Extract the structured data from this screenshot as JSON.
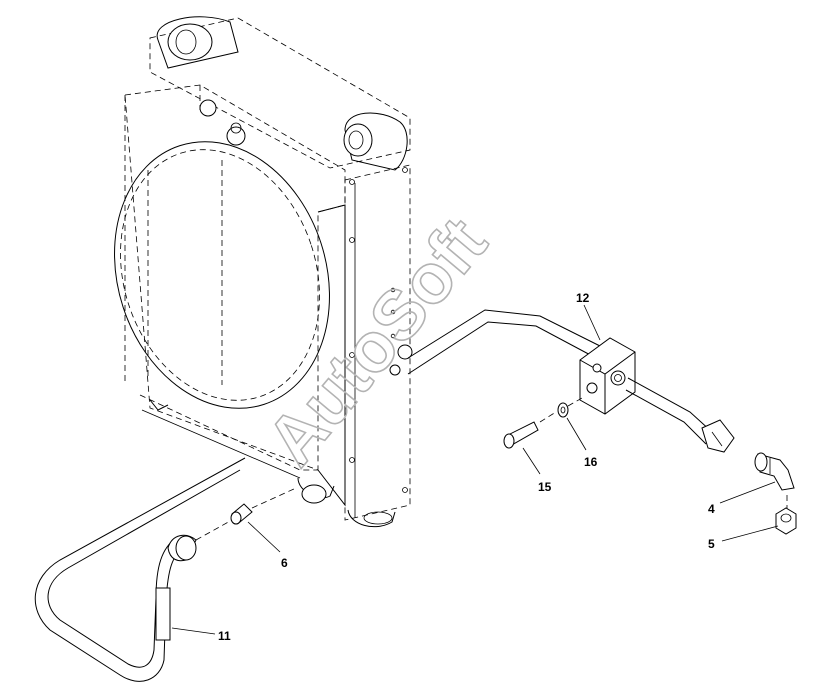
{
  "watermark": "AutoSoft",
  "callouts": {
    "c12": "12",
    "c16": "16",
    "c15": "15",
    "c4": "4",
    "c5": "5",
    "c6": "6",
    "c11": "11"
  },
  "colors": {
    "line": "#000000",
    "watermark": "#b3b3b3",
    "background": "#ffffff"
  }
}
